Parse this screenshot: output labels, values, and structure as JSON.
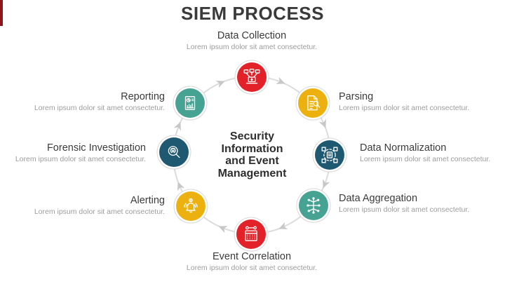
{
  "slide": {
    "title": "SIEM PROCESS",
    "accent_bar_color": "#8e161b",
    "background": "#ffffff"
  },
  "center": {
    "lines": [
      "Security",
      "Information",
      "and Event",
      "Management"
    ]
  },
  "steps": [
    {
      "label": "Data Collection",
      "description": "Lorem ipsum dolor sit amet consectetur.",
      "color": "#e22128",
      "icon": "data-collection-icon"
    },
    {
      "label": "Parsing",
      "description": "Lorem ipsum dolor sit amet consectetur.",
      "color": "#edb10f",
      "icon": "parsing-icon"
    },
    {
      "label": "Data Normalization",
      "description": "Lorem ipsum dolor sit amet consectetur.",
      "color": "#1e5971",
      "icon": "data-normalization-icon"
    },
    {
      "label": "Data Aggregation",
      "description": "Lorem ipsum dolor sit amet consectetur.",
      "color": "#46a292",
      "icon": "data-aggregation-icon"
    },
    {
      "label": "Event Correlation",
      "description": "Lorem ipsum dolor sit amet consectetur.",
      "color": "#e22128",
      "icon": "event-correlation-icon"
    },
    {
      "label": "Alerting",
      "description": "Lorem ipsum dolor sit amet consectetur.",
      "color": "#edb10f",
      "icon": "alerting-icon"
    },
    {
      "label": "Forensic Investigation",
      "description": "Lorem ipsum dolor sit amet consectetur.",
      "color": "#1e5971",
      "icon": "forensic-investigation-icon"
    },
    {
      "label": "Reporting",
      "description": "Lorem ipsum dolor sit amet consectetur.",
      "color": "#46a292",
      "icon": "reporting-icon"
    }
  ],
  "colors": {
    "ring": "#dcdcdc",
    "arrow": "#c7c7c7",
    "title_text": "#3a3a3a",
    "heading_text": "#3b3b3b",
    "subtitle_text": "#9d9d9d",
    "center_text": "#2e2e2e"
  }
}
